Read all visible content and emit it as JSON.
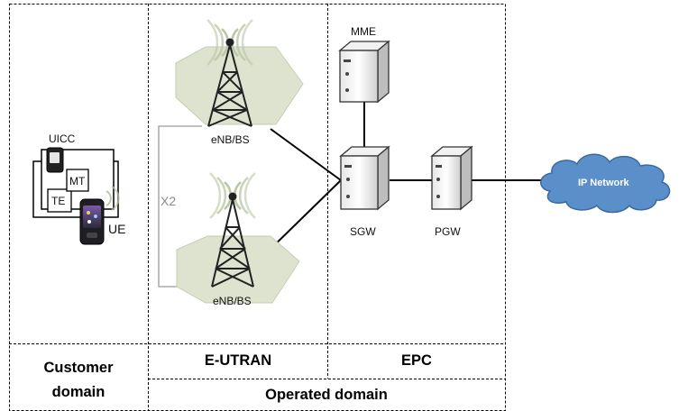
{
  "customer_domain": {
    "uicc_label": "UICC",
    "mt_label": "MT",
    "te_label": "TE",
    "ue_label": "UE",
    "title_line1": "Customer",
    "title_line2": "domain"
  },
  "eutran": {
    "enb_top_label": "eNB/BS",
    "enb_bottom_label": "eNB/BS",
    "x2_label": "X2",
    "title": "E-UTRAN"
  },
  "epc": {
    "mme_label": "MME",
    "sgw_label": "SGW",
    "pgw_label": "PGW",
    "title": "EPC"
  },
  "operated_domain_label": "Operated domain",
  "ip_network_label": "IP Network",
  "colors": {
    "cloud_fill": "#5b8fc9",
    "cloud_stroke": "#3b6aa3",
    "cell_fill": "#dde3cf",
    "signal": "#b9c7a4"
  }
}
